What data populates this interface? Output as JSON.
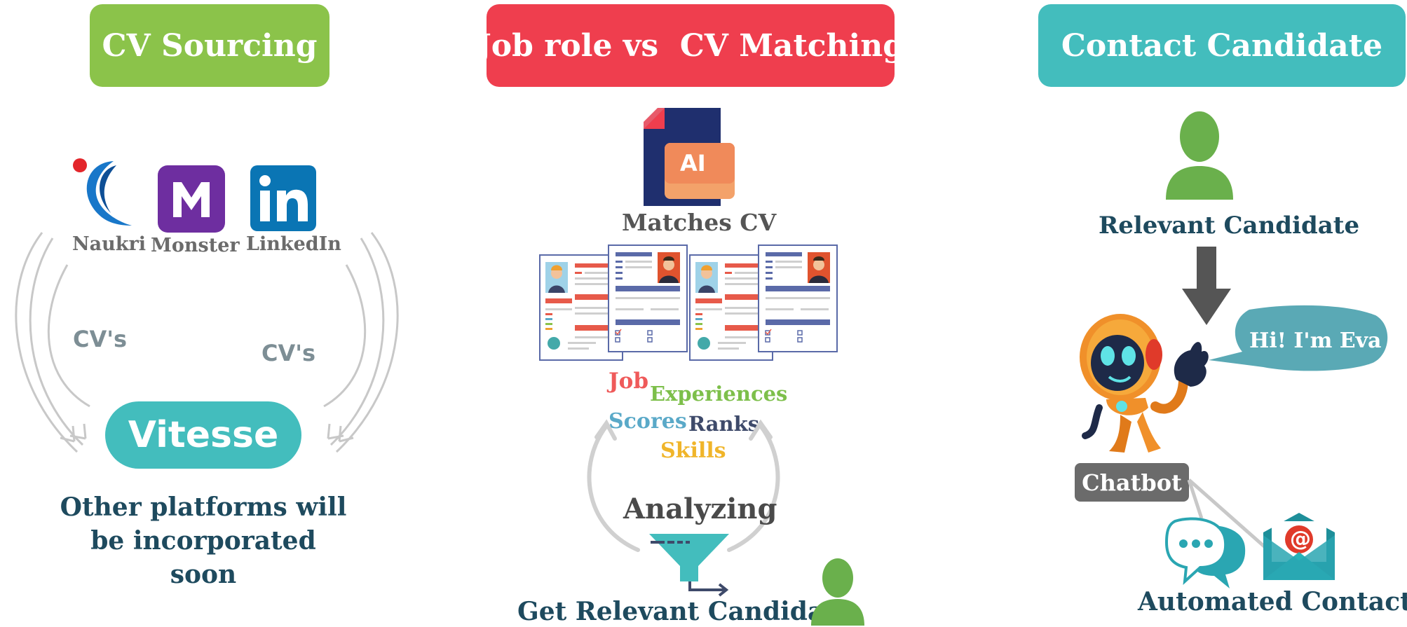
{
  "colors": {
    "green": "#8bc34a",
    "red": "#ef3e4e",
    "teal": "#43bdbd",
    "navy": "#1e4a5e",
    "gray": "#6b6b6b"
  },
  "sourcing": {
    "title": "CV Sourcing",
    "platforms": [
      {
        "label": "Naukri",
        "icon": "naukri-logo-icon"
      },
      {
        "label": "Monster",
        "icon": "monster-logo-icon"
      },
      {
        "label": "LinkedIn",
        "icon": "linkedin-logo-icon"
      }
    ],
    "cv_left": "CV's",
    "cv_right": "CV's",
    "hub": "Vitesse",
    "note_line1": "Other platforms will",
    "note_line2": "be incorporated soon"
  },
  "matching": {
    "title": "Job role vs  CV Matching",
    "ai_badge": "AI",
    "matches_label": "Matches CV",
    "tags": {
      "job": "Job",
      "experiences": "Experiences",
      "scores": "Scores",
      "ranks": "Ranks",
      "skills": "Skills"
    },
    "analyzing": "Analyzing",
    "result": "Get Relevant Candidate"
  },
  "contact": {
    "title": "Contact Candidate",
    "candidate_label": "Relevant Candidate",
    "speech": "Hi! I'm Eva",
    "chatbot": "Chatbot",
    "email_symbol": "@",
    "result": "Automated Contact"
  }
}
